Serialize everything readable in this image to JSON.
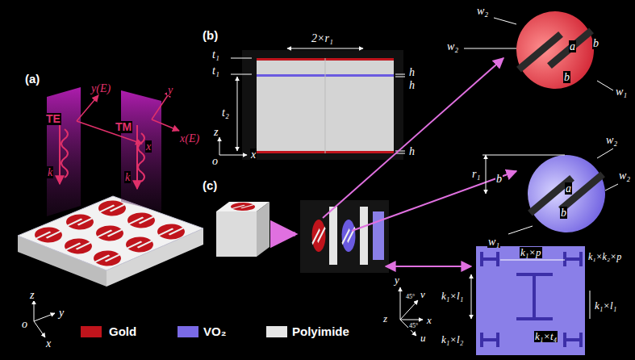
{
  "diagram": {
    "labels": [
      "(a)",
      "(b)",
      "(c)",
      "TE",
      "y(E)",
      "x",
      "y",
      "x(E)",
      "k",
      "k",
      "TM",
      "z",
      "o",
      "y",
      "x",
      "t₁",
      "2×r₁",
      "t₁",
      "h",
      "h",
      "t₂",
      "h",
      "z",
      "o",
      "x",
      "w₂",
      "w₂",
      "a",
      "b",
      "b",
      "w₁",
      "w₂",
      "r₁",
      "b",
      "a",
      "w₂",
      "b",
      "w₁",
      "k₁×p",
      "k₁×k₂×p",
      "k₁×l₁",
      "k₁×l₁",
      "k₁×t₄",
      "k₁×l₂",
      "y",
      "v",
      "45°",
      "45°",
      "z",
      "x",
      "u"
    ],
    "legend": [
      {
        "text": "Gold",
        "color": "#c0141c"
      },
      {
        "text": "VO₂",
        "color": "#7a6ae6"
      },
      {
        "text": "Polyimide",
        "color": "#e6e6e6"
      }
    ]
  }
}
